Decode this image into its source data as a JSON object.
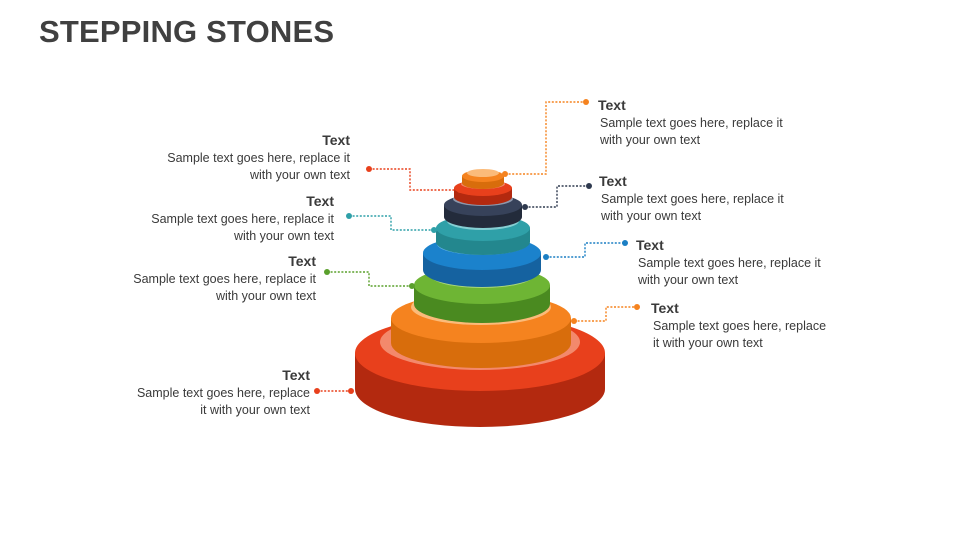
{
  "title": "STEPPING STONES",
  "colors": {
    "orange": "#f5831f",
    "red": "#e8401c",
    "navy": "#2f3a4f",
    "teal": "#2fa0a8",
    "blue": "#1b7fc4",
    "green": "#5aa02c",
    "text": "#3a3a3a"
  },
  "left_labels": [
    {
      "heading": "Text",
      "body": "Sample text goes here, replace it with your own text"
    },
    {
      "heading": "Text",
      "body": "Sample text goes here, replace it with your own text"
    },
    {
      "heading": "Text",
      "body": "Sample text goes here, replace it with your own text"
    },
    {
      "heading": "Text",
      "body": "Sample text goes here, replace it with your own text"
    }
  ],
  "right_labels": [
    {
      "heading": "Text",
      "body": "Sample text goes here, replace it with your own text"
    },
    {
      "heading": "Text",
      "body": "Sample text goes here, replace it with your own text"
    },
    {
      "heading": "Text",
      "body": "Sample text goes here, replace it with your own text"
    },
    {
      "heading": "Text",
      "body": "Sample text goes here, replace it with your own text"
    }
  ]
}
